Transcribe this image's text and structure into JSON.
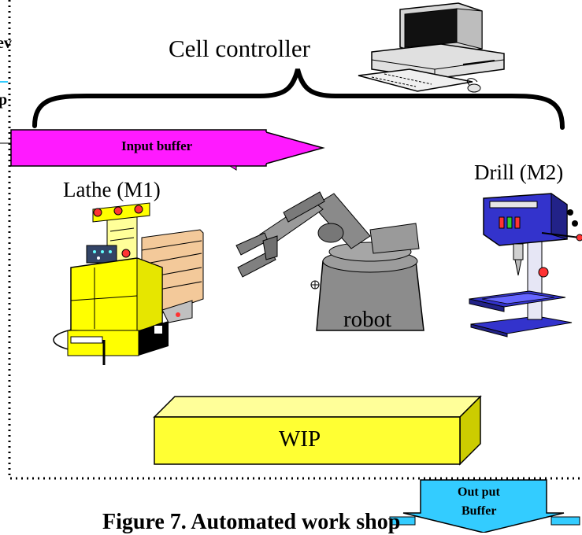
{
  "labels": {
    "cell_controller": "Cell controller",
    "input_buffer": "Input buffer",
    "lathe": "Lathe (M1)",
    "drill": "Drill (M2)",
    "robot": "robot",
    "wip": "WIP",
    "output_buffer_line1": "Out put",
    "output_buffer_line2": "Buffer",
    "caption": "Figure 7. Automated work shop",
    "edge_fragment_1": "ev",
    "edge_fragment_2": "p"
  },
  "icons": {
    "computer": "desktop-computer-icon",
    "lathe": "lathe-machine-icon",
    "robot": "robot-arm-icon",
    "drill": "drill-press-icon"
  },
  "colors": {
    "input_buffer": "#ff1aff",
    "output_buffer": "#33ccff",
    "lathe": "#ffff00",
    "wip": "#ffff33",
    "robot": "#8c8c8c",
    "drill_body": "#3333cc"
  }
}
